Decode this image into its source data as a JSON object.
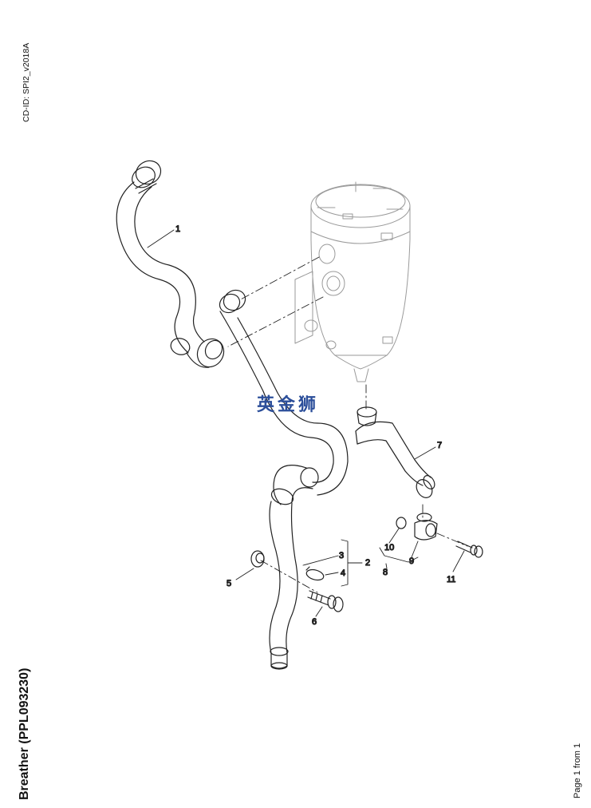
{
  "document": {
    "cd_id": "CD-ID: SPI2_v2018A",
    "title": "Breather (PPL093230)",
    "page_label": "Page 1 from 1"
  },
  "watermark": "英金狮",
  "callouts": [
    "1",
    "2",
    "3",
    "4",
    "5",
    "6",
    "7",
    "8",
    "9",
    "10",
    "11"
  ]
}
